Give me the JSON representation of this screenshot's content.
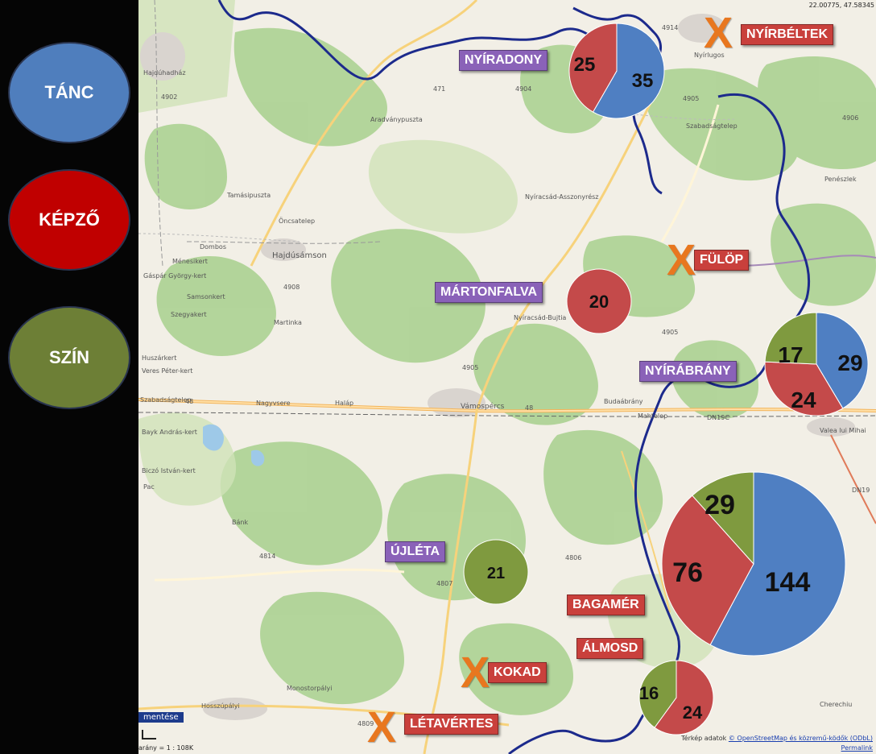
{
  "colors": {
    "tanc": "#4f7fc2",
    "kepzo": "#c44a4a",
    "szin": "#7f9a3f",
    "label_purple": "#8a62b8",
    "label_red": "#c9403c",
    "x_orange": "#e8771f",
    "border_blue": "#1c2a8c"
  },
  "legend": [
    {
      "key": "tanc",
      "label": "TÁNC",
      "fill": "#4f7ebd",
      "text": "#ffffff"
    },
    {
      "key": "kepzo",
      "label": "KÉPZŐ",
      "fill": "#c00000",
      "text": "#ffffff"
    },
    {
      "key": "szin",
      "label": "SZÍN",
      "fill": "#6d7f36",
      "text": "#ffffff"
    }
  ],
  "settlements": [
    {
      "name": "NYÍRADONY",
      "label_style": "purple",
      "values": {
        "tanc": 35,
        "kepzo": 25
      }
    },
    {
      "name": "NYÍRBÉLTEK",
      "label_style": "red",
      "excluded": true
    },
    {
      "name": "FÜLÖP",
      "label_style": "red",
      "excluded": true
    },
    {
      "name": "MÁRTONFALVA",
      "label_style": "purple",
      "values": {
        "kepzo": 20
      }
    },
    {
      "name": "NYÍRÁBRÁNY",
      "label_style": "purple",
      "values": {
        "tanc": 29,
        "kepzo": 24,
        "szin": 17
      }
    },
    {
      "name": "ÚJLÉTA",
      "label_style": "purple",
      "values": {
        "szin": 21
      }
    },
    {
      "name": "BAGAMÉR",
      "label_style": "red",
      "values": {
        "tanc": 144,
        "kepzo": 76,
        "szin": 29
      }
    },
    {
      "name": "ÁLMOSD",
      "label_style": "red",
      "values": {
        "kepzo": 24,
        "szin": 16
      }
    },
    {
      "name": "KOKAD",
      "label_style": "red",
      "excluded": true
    },
    {
      "name": "LÉTAVÉRTES",
      "label_style": "red",
      "excluded": true
    }
  ],
  "x_symbol": "X",
  "map_texts": {
    "coords": "22.00775, 47.58345",
    "nyirlugos": "Nyírlugos",
    "aradvanypuszta": "Aradványpuszta",
    "szabadsagtelep_n": "Szabadságtelep",
    "penészlek": "Penészlek",
    "hajduhadhaz": "Hajdúhadház",
    "tamasipuszta": "Tamásipuszta",
    "nyiracsad_asszonyrész": "Nyíracsád-Asszonyrész",
    "oncsatelep": "Öncsatelep",
    "hajdusamson": "Hajdúsámson",
    "dombos": "Dombos",
    "menesikert": "Ménesikert",
    "gaspar": "Gáspár György-kert",
    "samsonkert": "Samsonkert",
    "martinka": "Martinka",
    "szegyakert": "Szegyakert",
    "nyiracsad_bujtia": "Nyíracsád-Bujtia",
    "huszarkert": "Huszárkert",
    "veres_peter": "Veres Péter-kert",
    "szabadsagtelep_w": "Szabadságtelep",
    "nagyvsere": "Nagyvsere",
    "halap": "Haláp",
    "vamospercs": "Vámospércs",
    "budaabrany": "Budaábrány",
    "mahtelep": "Mahtelep",
    "valea": "Valea lui Mihai",
    "bayk": "Bayk András-kert",
    "biczo": "Biczó István-kert",
    "pac": "Pac",
    "bank": "Bánk",
    "monostorpalyi": "Monostorpályi",
    "hosszupalyi": "Hosszúpályi",
    "cherechiu": "Cherechiu",
    "r4902": "4902",
    "r471": "471",
    "r4904": "4904",
    "r4905a": "4905",
    "r4906": "4906",
    "r4908": "4908",
    "r4905b": "4905",
    "r4905c": "4905",
    "r48a": "48",
    "r48b": "48",
    "r4814": "4814",
    "r4806": "4806",
    "r4807": "4807",
    "r4809": "4809",
    "r4914": "4914",
    "dn19c": "DN19C",
    "dn19": "DN19",
    "save_map": "mentése",
    "scale": "arány = 1 : 108K",
    "attr_prefix": "Térkép adatok",
    "attr_link": "© OpenStreetMap és közremű-ködők (ODbL)",
    "permalink": "Permalink"
  }
}
